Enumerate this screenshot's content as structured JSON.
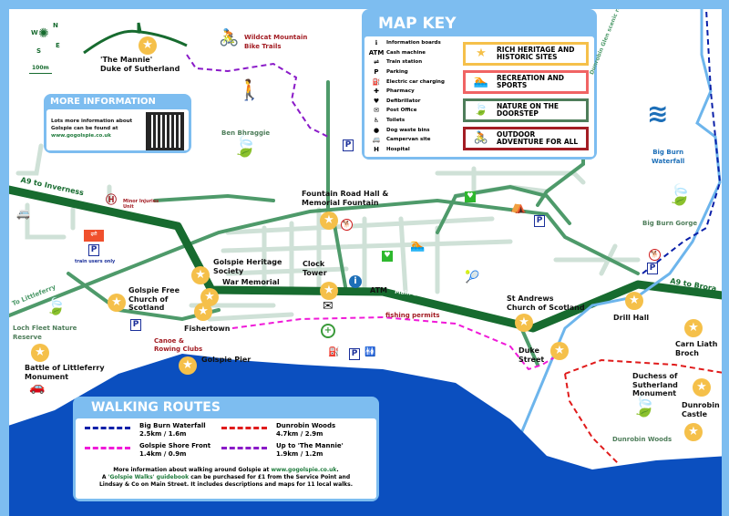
{
  "colors": {
    "border": "#7dbdf0",
    "sea": "#0b4fbf",
    "a9": "#176b2f",
    "road": "#4e9a6a",
    "minor_road": "#cfe1d7",
    "river": "#6db5ec",
    "star": "#f5c04a",
    "heritage": "#f5c04a",
    "recreation": "#f06464",
    "nature": "#4e7d5a",
    "adventure": "#a31d24"
  },
  "compass": {
    "n": "N",
    "s": "S",
    "e": "E",
    "w": "W",
    "scale": "100m"
  },
  "mannie": {
    "line1": "'The Mannie'",
    "line2": "Duke of Sutherland"
  },
  "more_info": {
    "title": "MORE INFORMATION",
    "line1": "Lots more information about",
    "line2": "Golspie can be found at",
    "link": "www.gogolspie.co.uk"
  },
  "map_key": {
    "title": "MAP KEY",
    "legend": [
      {
        "icon": "info-icon",
        "glyph": "ℹ",
        "label": "Information boards"
      },
      {
        "icon": "atm-icon",
        "glyph": "ATM",
        "label": "Cash machine"
      },
      {
        "icon": "train-icon",
        "glyph": "⇌",
        "label": "Train station"
      },
      {
        "icon": "parking-icon",
        "glyph": "P",
        "label": "Parking"
      },
      {
        "icon": "ev-charging-icon",
        "glyph": "⛽",
        "label": "Electric car charging"
      },
      {
        "icon": "pharmacy-icon",
        "glyph": "✚",
        "label": "Pharmacy"
      },
      {
        "icon": "defibrillator-icon",
        "glyph": "♥",
        "label": "Defibrillator"
      },
      {
        "icon": "post-office-icon",
        "glyph": "✉",
        "label": "Post Office"
      },
      {
        "icon": "toilets-icon",
        "glyph": "♿",
        "label": "Toilets"
      },
      {
        "icon": "dog-bin-icon",
        "glyph": "●",
        "label": "Dog waste bins"
      },
      {
        "icon": "campervan-icon",
        "glyph": "🚐",
        "label": "Campervan site"
      },
      {
        "icon": "hospital-icon",
        "glyph": "H",
        "label": "Hospital"
      }
    ],
    "categories": [
      {
        "icon": "star-icon",
        "glyph": "★",
        "line1": "RICH HERITAGE AND",
        "line2": "HISTORIC SITES",
        "color": "#f5c04a"
      },
      {
        "icon": "swimmer-icon",
        "glyph": "🏊",
        "line1": "RECREATION AND",
        "line2": "SPORTS",
        "color": "#f06464"
      },
      {
        "icon": "leaf-icon",
        "glyph": "🍃",
        "line1": "NATURE ON THE",
        "line2": "DOORSTEP",
        "color": "#4e7d5a"
      },
      {
        "icon": "cyclist-icon",
        "glyph": "🚴",
        "line1": "OUTDOOR",
        "line2": "ADVENTURE FOR ALL",
        "color": "#a31d24"
      }
    ]
  },
  "walking_routes": {
    "title": "WALKING ROUTES",
    "routes": [
      {
        "name": "Big Burn Waterfall",
        "distance": "2.5km / 1.6m",
        "color": "#0a1fa8"
      },
      {
        "name": "Dunrobin Woods",
        "distance": "4.7km / 2.9m",
        "color": "#e01b1b"
      },
      {
        "name": "Golspie Shore Front",
        "distance": "1.4km / 0.9m",
        "color": "#f01ad8"
      },
      {
        "name": "Up to 'The Mannie'",
        "distance": "1.9km / 1.2m",
        "color": "#8a1ac8"
      }
    ],
    "footer": {
      "l1_pre": "More information about walking around Golspie at ",
      "l1_link": "www.gogolspie.co.uk",
      "l1_post": ".",
      "l2_pre": "A ",
      "l2_link": "'Golspie Walks' guidebook",
      "l2_post": " can be purchased for £1 from the Service Point and",
      "l3": "Lindsay & Co on Main Street. It includes descriptions and maps for 11 local walks."
    }
  },
  "roads": {
    "a9_inverness": "A9 to Inverness",
    "a9_brora": "A9 to Brora",
    "littleferry": "To Littleferry",
    "main_street": "Main Street",
    "dunrobin_glen": "Dunrobin Glen scenic route"
  },
  "places": {
    "wildcat": {
      "l1": "Wildcat Mountain",
      "l2": "Bike Trails"
    },
    "ben_bhraggie": "Ben Bhraggie",
    "minor_injuries": {
      "l1": "Minor Injuries",
      "l2": "Unit"
    },
    "train_users": "train users only",
    "heritage_society": {
      "l1": "Golspie Heritage",
      "l2": "Society"
    },
    "war_memorial": "War Memorial",
    "free_church": {
      "l1": "Golspie Free",
      "l2": "Church of",
      "l3": "Scotland"
    },
    "fishertown": "Fishertown",
    "canoe": {
      "l1": "Canoe &",
      "l2": "Rowing Clubs"
    },
    "pier": "Golspie Pier",
    "loch_fleet": {
      "l1": "Loch Fleet Nature",
      "l2": "Reserve"
    },
    "littleferry": {
      "l1": "Battle of Littleferry",
      "l2": "Monument"
    },
    "fountain": {
      "l1": "Fountain Road Hall &",
      "l2": "Memorial Fountain"
    },
    "clock_tower": {
      "l1": "Clock",
      "l2": "Tower"
    },
    "atm": "ATM",
    "fishing": "fishing permits",
    "st_andrews": {
      "l1": "St Andrews",
      "l2": "Church of Scotland"
    },
    "duke_street": {
      "l1": "Duke",
      "l2": "Street"
    },
    "drill_hall": "Drill Hall",
    "carn_liath": {
      "l1": "Carn Liath",
      "l2": "Broch"
    },
    "duchess": {
      "l1": "Duchess of",
      "l2": "Sutherland",
      "l3": "Monument"
    },
    "dunrobin_castle": {
      "l1": "Dunrobin",
      "l2": "Castle"
    },
    "dunrobin_woods": "Dunrobin Woods",
    "waterfall": {
      "l1": "Big Burn",
      "l2": "Waterfall"
    },
    "gorge": "Big Burn Gorge"
  }
}
